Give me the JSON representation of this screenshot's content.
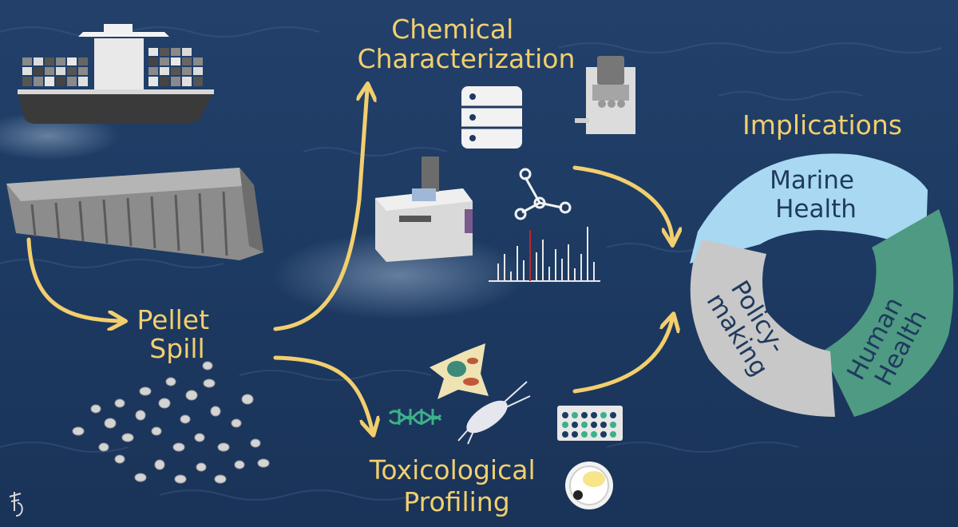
{
  "labels": {
    "pellet_spill": [
      "Pellet",
      "Spill"
    ],
    "chemical": [
      "Chemical",
      "Characterization"
    ],
    "toxicological": [
      "Toxicological",
      "Profiling"
    ],
    "implications": "Implications"
  },
  "cycle": {
    "segments": [
      {
        "lines": [
          "Marine",
          "Health"
        ],
        "color": "#a8d8f2"
      },
      {
        "lines": [
          "Human",
          "Health"
        ],
        "color": "#4f9a82"
      },
      {
        "lines": [
          "Policy-",
          "making"
        ],
        "color": "#c8c8c8"
      }
    ]
  },
  "colors": {
    "ocean": "#1f3a62",
    "arrow": "#f2cf6e",
    "label": "#f2cf6e",
    "ring_text": "#1f3a5e"
  },
  "icons": [
    "cargo-ship-icon",
    "shipping-container-icon",
    "plastic-pellets-icon",
    "database-icon",
    "mass-spectrometer-icon",
    "lab-instrument-icon",
    "molecule-icon",
    "mass-spectrum-icon",
    "cell-icon",
    "dna-helix-icon",
    "copepod-icon",
    "well-plate-icon",
    "petri-dish-icon",
    "artist-signature-icon"
  ]
}
